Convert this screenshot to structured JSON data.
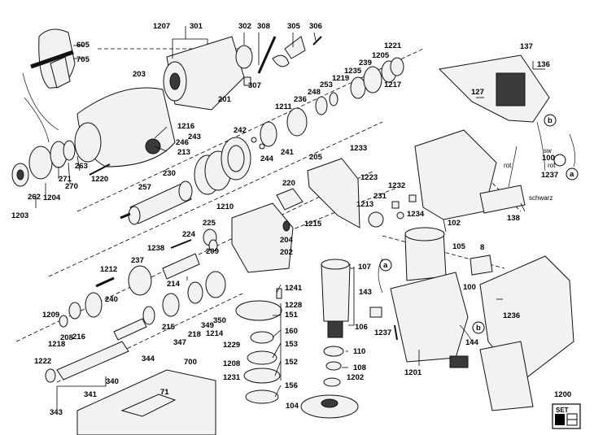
{
  "diagram": {
    "parts": [
      "605",
      "705",
      "203",
      "1207",
      "301",
      "302",
      "308",
      "305",
      "306",
      "1216",
      "213",
      "1203",
      "262",
      "1204",
      "271",
      "270",
      "263",
      "1220",
      "230",
      "257",
      "246",
      "243",
      "242",
      "241",
      "244",
      "201",
      "307",
      "1211",
      "236",
      "248",
      "253",
      "1219",
      "1235",
      "239",
      "1205",
      "1221",
      "1217",
      "205",
      "1233",
      "1223",
      "220",
      "1213",
      "231",
      "1232",
      "1234",
      "1210",
      "1215",
      "204",
      "202",
      "225",
      "224",
      "209",
      "1238",
      "237",
      "1212",
      "214",
      "240",
      "1209",
      "208",
      "1218",
      "216",
      "1222",
      "340",
      "341",
      "343",
      "1241",
      "1228",
      "151",
      "160",
      "153",
      "152",
      "156",
      "1229",
      "1208",
      "1231",
      "350",
      "349",
      "218",
      "347",
      "215",
      "344",
      "1214",
      "107",
      "106",
      "110",
      "108",
      "1202",
      "104",
      "700",
      "71",
      "102",
      "105",
      "8",
      "100",
      "143",
      "1237",
      "1236",
      "144",
      "1201",
      "137",
      "136",
      "127",
      "138",
      "1200"
    ],
    "wire_labels": [
      "rot",
      "sw",
      "rot",
      "schwarz"
    ],
    "callouts": [
      "a",
      "b",
      "a",
      "b"
    ],
    "set_badge": "SET"
  }
}
